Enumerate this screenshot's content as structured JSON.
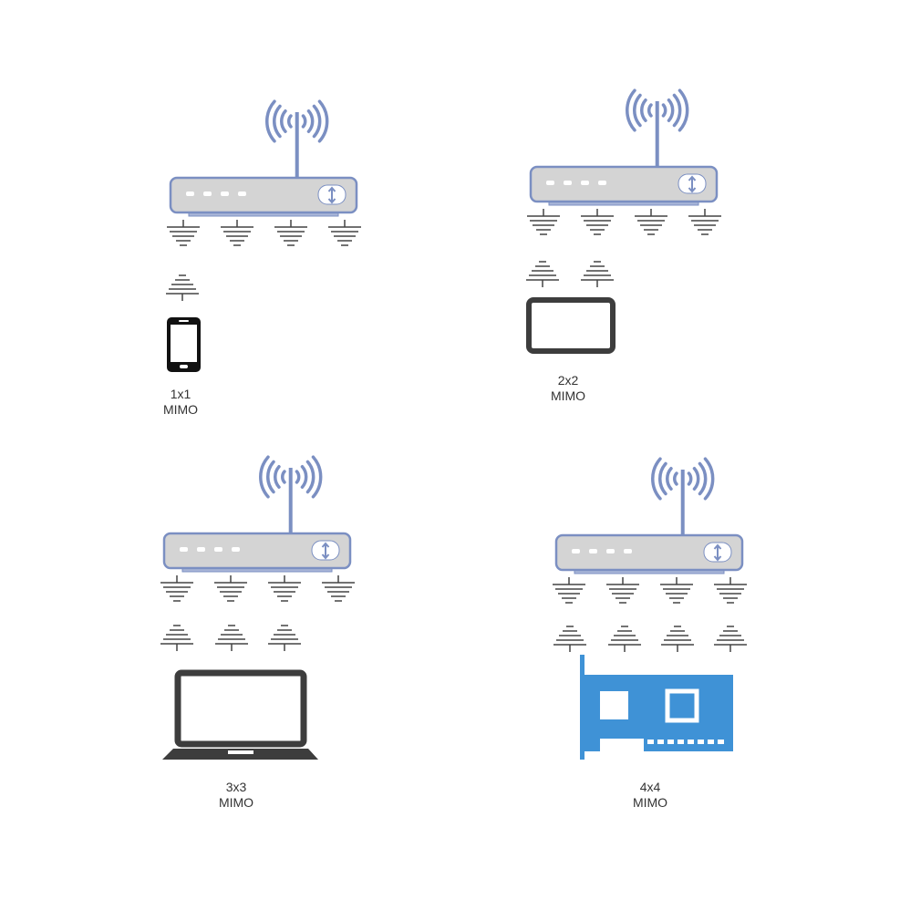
{
  "colors": {
    "router_body": "#d4d4d4",
    "router_stroke": "#7b8fc2",
    "router_shadow": "#a9b6d8",
    "waves": "#7b8fc2",
    "antenna_lines": "#444444",
    "device_dark": "#3d3d3d",
    "phone": "#111111",
    "nic": "#3f92d6",
    "text": "#333333"
  },
  "icons": {
    "router": "wifi-router-icon",
    "antenna": "antenna-array-icon",
    "phone": "smartphone-icon",
    "tablet": "tablet-icon",
    "laptop": "laptop-icon",
    "nic": "network-card-icon"
  },
  "panels": [
    {
      "id": "mimo-1x1",
      "config": "1x1",
      "kind": "MIMO",
      "device": "phone",
      "client_antennas": 1
    },
    {
      "id": "mimo-2x2",
      "config": "2x2",
      "kind": "MIMO",
      "device": "tablet",
      "client_antennas": 2
    },
    {
      "id": "mimo-3x3",
      "config": "3x3",
      "kind": "MIMO",
      "device": "laptop",
      "client_antennas": 3
    },
    {
      "id": "mimo-4x4",
      "config": "4x4",
      "kind": "MIMO",
      "device": "nic",
      "client_antennas": 4
    }
  ]
}
